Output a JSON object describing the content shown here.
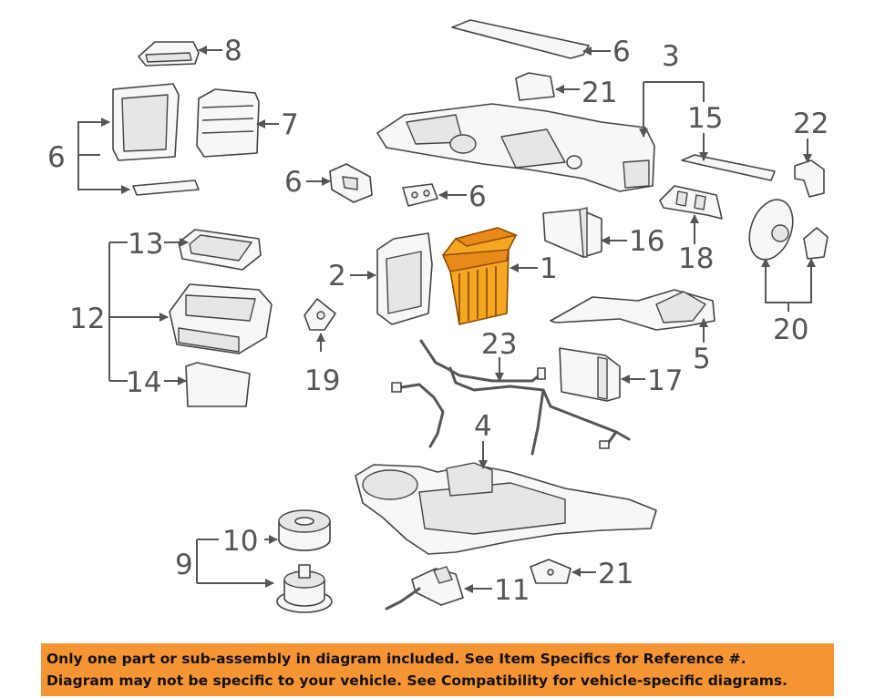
{
  "callouts": {
    "c8": "8",
    "c6_top": "6",
    "c21_top": "21",
    "c3": "3",
    "c7": "7",
    "c15": "15",
    "c22": "22",
    "c6_left": "6",
    "c6_mid_a": "6",
    "c6_mid_b": "6",
    "c16": "16",
    "c18": "18",
    "c13": "13",
    "c12": "12",
    "c2": "2",
    "c1": "1",
    "c20": "20",
    "c5": "5",
    "c14": "14",
    "c19": "19",
    "c23": "23",
    "c17": "17",
    "c4": "4",
    "c10": "10",
    "c9": "9",
    "c21_bottom": "21",
    "c11": "11"
  },
  "highlight_color": "#f5a623",
  "footer": {
    "line1": "Only one part or sub-assembly in diagram included. See Item Specifics for Reference #.",
    "line2": "Diagram may not be specific to your vehicle. See Compatibility for vehicle-specific diagrams.",
    "background": "#f79433"
  }
}
